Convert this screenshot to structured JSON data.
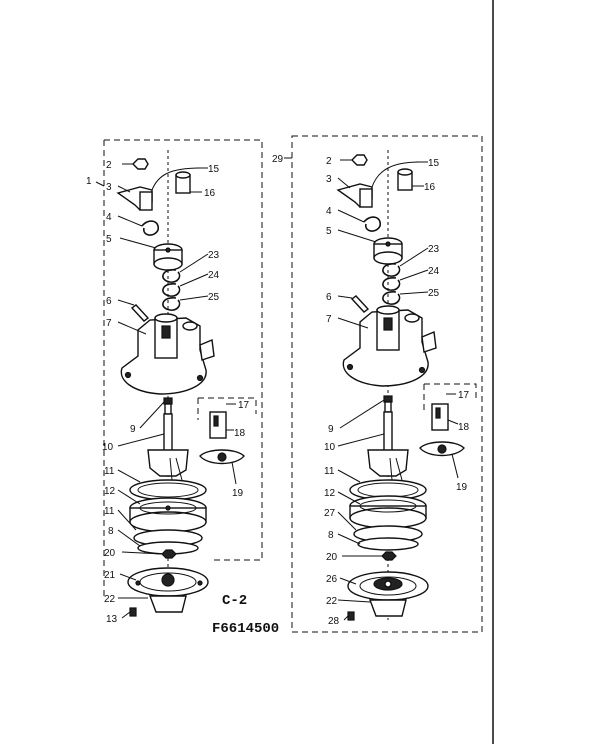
{
  "left_labels": {
    "l1": "1",
    "l2": "2",
    "l3": "3",
    "l4": "4",
    "l5": "5",
    "l6": "6",
    "l7": "7",
    "l8": "8",
    "l9": "9",
    "l10": "10",
    "l11a": "11",
    "l11b": "11",
    "l12": "12",
    "l13": "13",
    "l15": "15",
    "l16": "16",
    "l17": "17",
    "l18": "18",
    "l19": "19",
    "l20": "20",
    "l21": "21",
    "l22": "22",
    "l23": "23",
    "l24": "24",
    "l25": "25"
  },
  "right_labels": {
    "r29": "29",
    "r2": "2",
    "r3": "3",
    "r4": "4",
    "r5": "5",
    "r6": "6",
    "r7": "7",
    "r8": "8",
    "r9": "9",
    "r10": "10",
    "r11": "11",
    "r12": "12",
    "r15": "15",
    "r16": "16",
    "r17": "17",
    "r18": "18",
    "r19": "19",
    "r20": "20",
    "r22": "22",
    "r23": "23",
    "r24": "24",
    "r25": "25",
    "r26": "26",
    "r27": "27",
    "r28": "28"
  },
  "captions": {
    "section": "C-2",
    "part_number": "F6614500"
  }
}
